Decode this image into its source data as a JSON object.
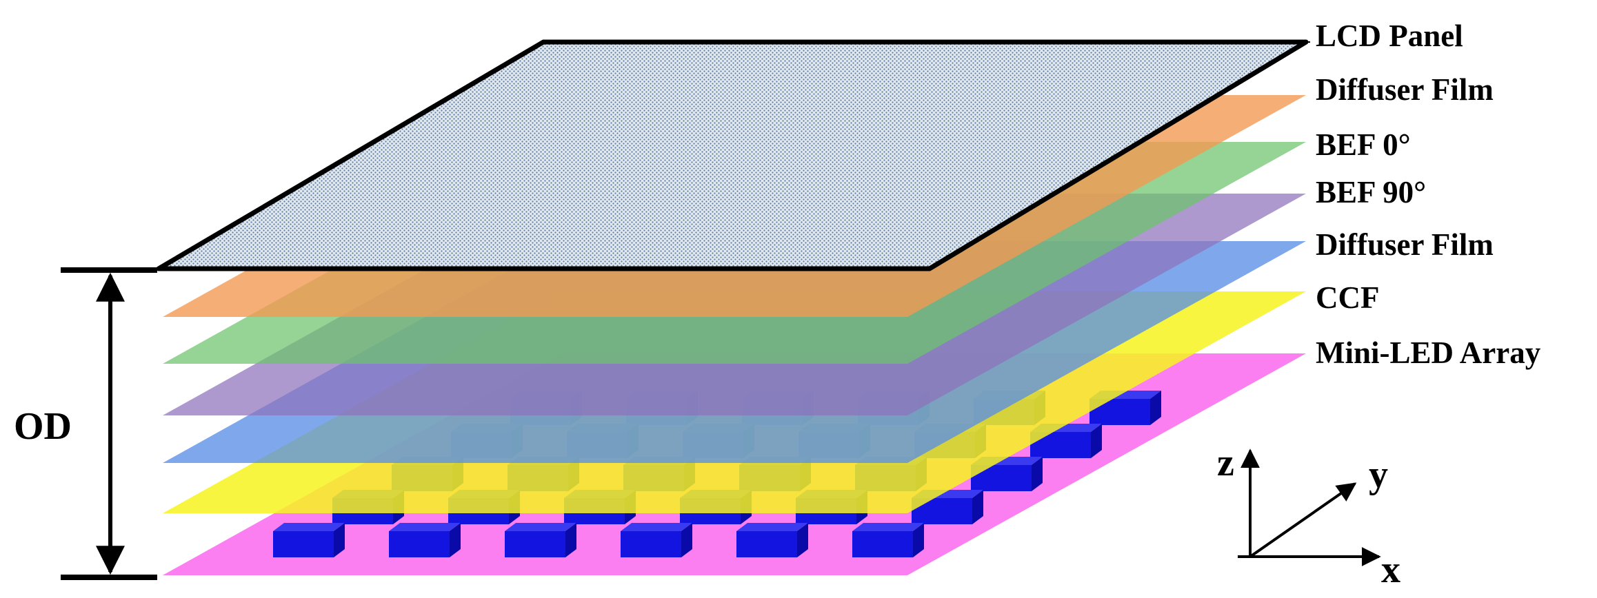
{
  "layers": [
    {
      "key": "lcd",
      "label": "LCD Panel",
      "color": "#b9cde0"
    },
    {
      "key": "diff1",
      "label": "Diffuser Film",
      "color": "#f4a160"
    },
    {
      "key": "bef0",
      "label": "BEF 0°",
      "color": "#7fcf7f"
    },
    {
      "key": "bef90",
      "label": "BEF 90°",
      "color": "#9d85c2"
    },
    {
      "key": "diff2",
      "label": "Diffuser Film",
      "color": "#5a8fe6"
    },
    {
      "key": "ccf",
      "label": "CCF",
      "color": "#f7f31e"
    },
    {
      "key": "mled",
      "label": "Mini-LED Array",
      "color": "#fb7ff0"
    }
  ],
  "od_label": "OD",
  "axes": {
    "z": "z",
    "y": "y",
    "x": "x"
  },
  "colors": {
    "led": "#1414e0",
    "outline": "#000000"
  }
}
